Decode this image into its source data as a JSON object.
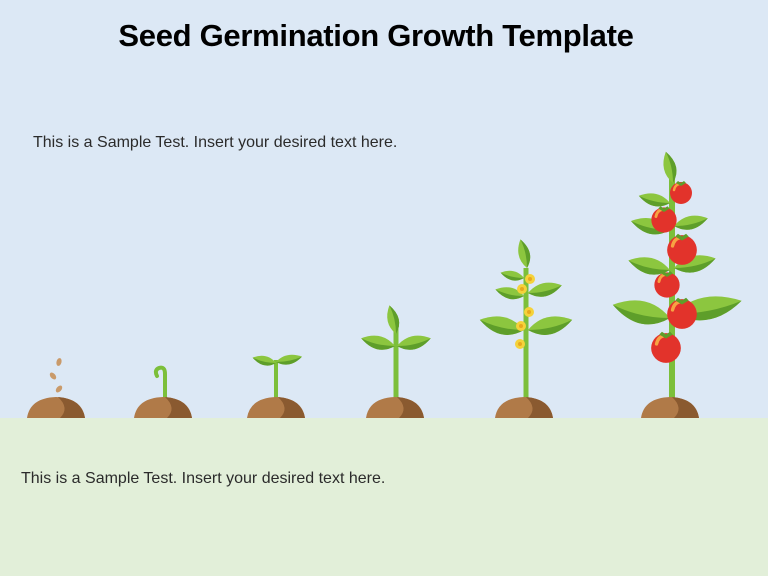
{
  "slide": {
    "title": "Seed Germination Growth Template",
    "text_top": "This is a Sample Test.  Insert your desired text here.",
    "text_bottom": "This is a Sample Test.  Insert your desired text here."
  },
  "colors": {
    "sky": "#dce8f5",
    "ground": "#e2efd9",
    "soil_light": "#b07a48",
    "soil_dark": "#8a5a30",
    "stem": "#7cbf3a",
    "leaf_light": "#8cc63f",
    "leaf_dark": "#5e9e2a",
    "flower": "#f5d23a",
    "tomato": "#e2332b"
  },
  "stages": [
    {
      "name": "seed",
      "icon": "seed-icon"
    },
    {
      "name": "sprout",
      "icon": "sprout-icon"
    },
    {
      "name": "seedling",
      "icon": "seedling-icon"
    },
    {
      "name": "young-plant",
      "icon": "young-plant-icon"
    },
    {
      "name": "flowering-plant",
      "icon": "flowering-plant-icon"
    },
    {
      "name": "fruiting-plant",
      "icon": "tomato-plant-icon"
    }
  ]
}
